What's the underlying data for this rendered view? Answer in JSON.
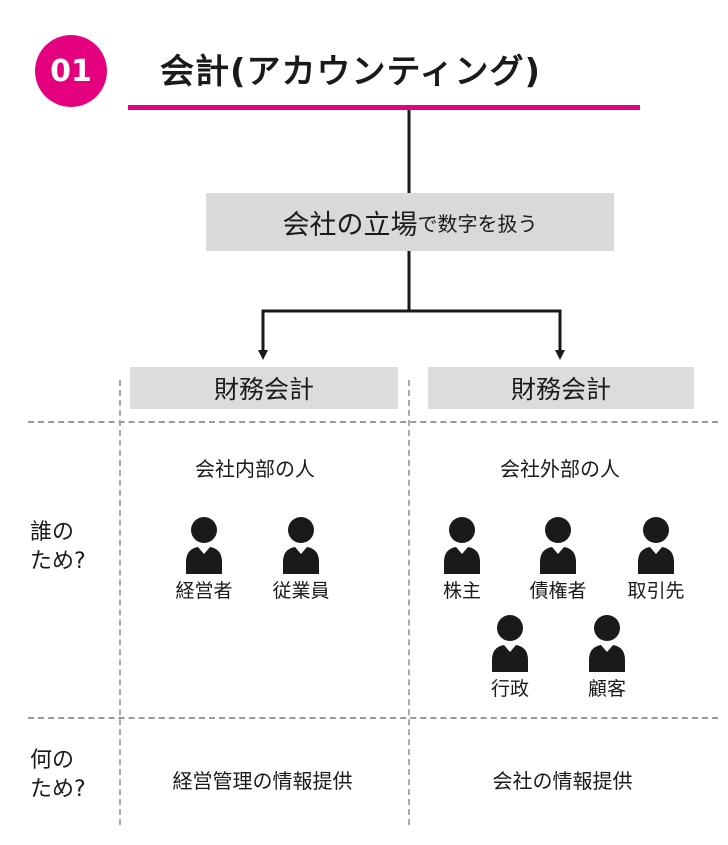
{
  "header": {
    "number": "01",
    "title": "会計(アカウンティング)"
  },
  "central_box": {
    "main": "会社の立場",
    "sub": "で数字を扱う"
  },
  "branches": [
    {
      "box_label": "財務会計",
      "audience": "会社内部の人",
      "people": [
        "経営者",
        "従業員"
      ],
      "purpose": "経営管理の情報提供"
    },
    {
      "box_label": "財務会計",
      "audience": "会社外部の人",
      "people": [
        "株主",
        "債権者",
        "取引先",
        "行政",
        "顧客"
      ],
      "purpose": "会社の情報提供"
    }
  ],
  "rows": {
    "who": {
      "line1": "誰の",
      "line2": "ため?"
    },
    "why": {
      "line1": "何の",
      "line2": "ため?"
    }
  },
  "colors": {
    "accent": "#e4007f",
    "box_fill": "#d9d9d9",
    "line": "#1a1a1a",
    "dash": "#999999"
  },
  "icons": {
    "person": "person-silhouette-icon"
  }
}
